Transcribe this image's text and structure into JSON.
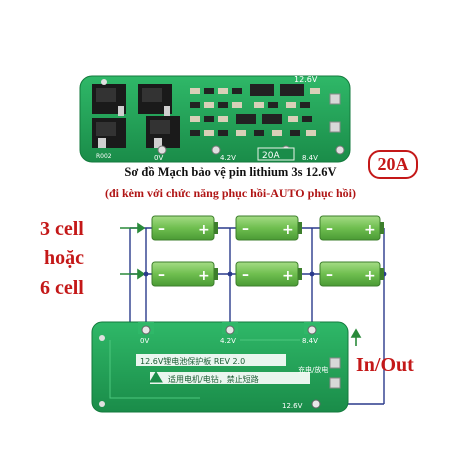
{
  "caption": {
    "title": "Sơ đồ Mạch bảo vệ pin lithium 3s 12.6V",
    "subtitle": "(đi kèm với chức năng phục hồi-AUTO phục hồi)",
    "current_badge": "20A"
  },
  "left_labels": [
    "3 cell",
    "hoặc",
    "6 cell"
  ],
  "io_label": "In/Out",
  "top_board": {
    "voltage_top": "12.6V",
    "pad_labels": [
      "0V",
      "4.2V",
      "8.4V"
    ],
    "badge": "20A",
    "part_code": "R002"
  },
  "batteries": {
    "minus": "–",
    "plus": "+"
  },
  "bottom_board": {
    "pad_labels": [
      "0V",
      "4.2V",
      "8.4V"
    ],
    "banner": "12.6V锂电池保护板 REV 2.0",
    "warning": "适用电机/电钻，禁止短路",
    "charge_label": "充电/放电",
    "voltage_bottom": "12.6V"
  },
  "colors": {
    "pcb": "#23a35a",
    "battery": "#7cc45e",
    "wire": "#2a3a8c",
    "accent_red": "#c41818"
  }
}
